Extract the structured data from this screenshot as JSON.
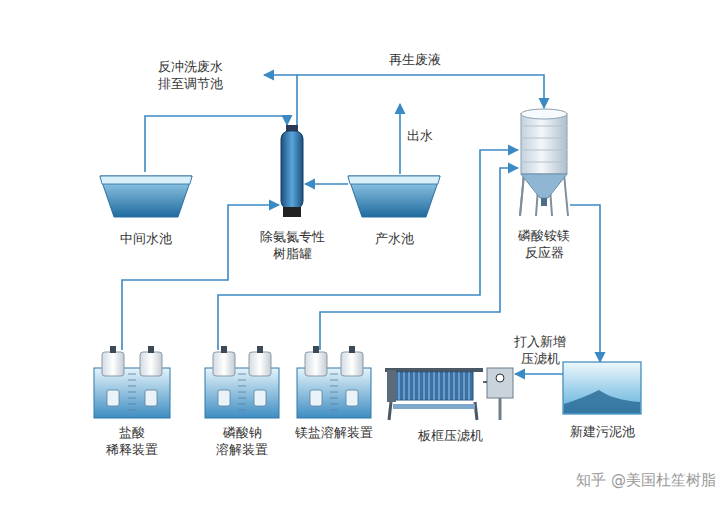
{
  "diagram": {
    "nodes": [
      {
        "text": [
          "中间水池"
        ]
      },
      {
        "text": [
          "除氨氮专性 树脂罐"
        ]
      },
      {
        "text": [
          "产水池"
        ]
      },
      {
        "text": [
          "磷酸铵镁 反应器"
        ]
      },
      {
        "text": [
          "盐酸 稀释装置"
        ]
      },
      {
        "text": [
          "磷酸钠 溶解装置"
        ]
      },
      {
        "text": [
          "镁盐溶解装置"
        ]
      },
      {
        "text": [
          "板框压滤机"
        ]
      },
      {
        "text": [
          "新建污泥池"
        ]
      }
    ],
    "edges": [
      {
        "from": 0,
        "to": 1,
        "arrow": "to"
      },
      {
        "from": 2,
        "to": 1,
        "arrow": "to"
      },
      {
        "from": 4,
        "to": 1,
        "arrow": "to"
      },
      {
        "from": 5,
        "to": 3,
        "arrow": "to"
      },
      {
        "from": 6,
        "to": 3,
        "arrow": "to"
      },
      {
        "from": 1,
        "to": 3,
        "label": "再生废液",
        "arrow": "to"
      },
      {
        "from": 3,
        "to": 8,
        "arrow": "to"
      },
      {
        "from": 8,
        "to": 7,
        "label": "打入新增 压滤机",
        "arrow": "to"
      }
    ],
    "labels": [
      "反冲洗废水 排至调节池",
      "出水",
      "知乎 @美国杜笙树脂"
    ]
  }
}
